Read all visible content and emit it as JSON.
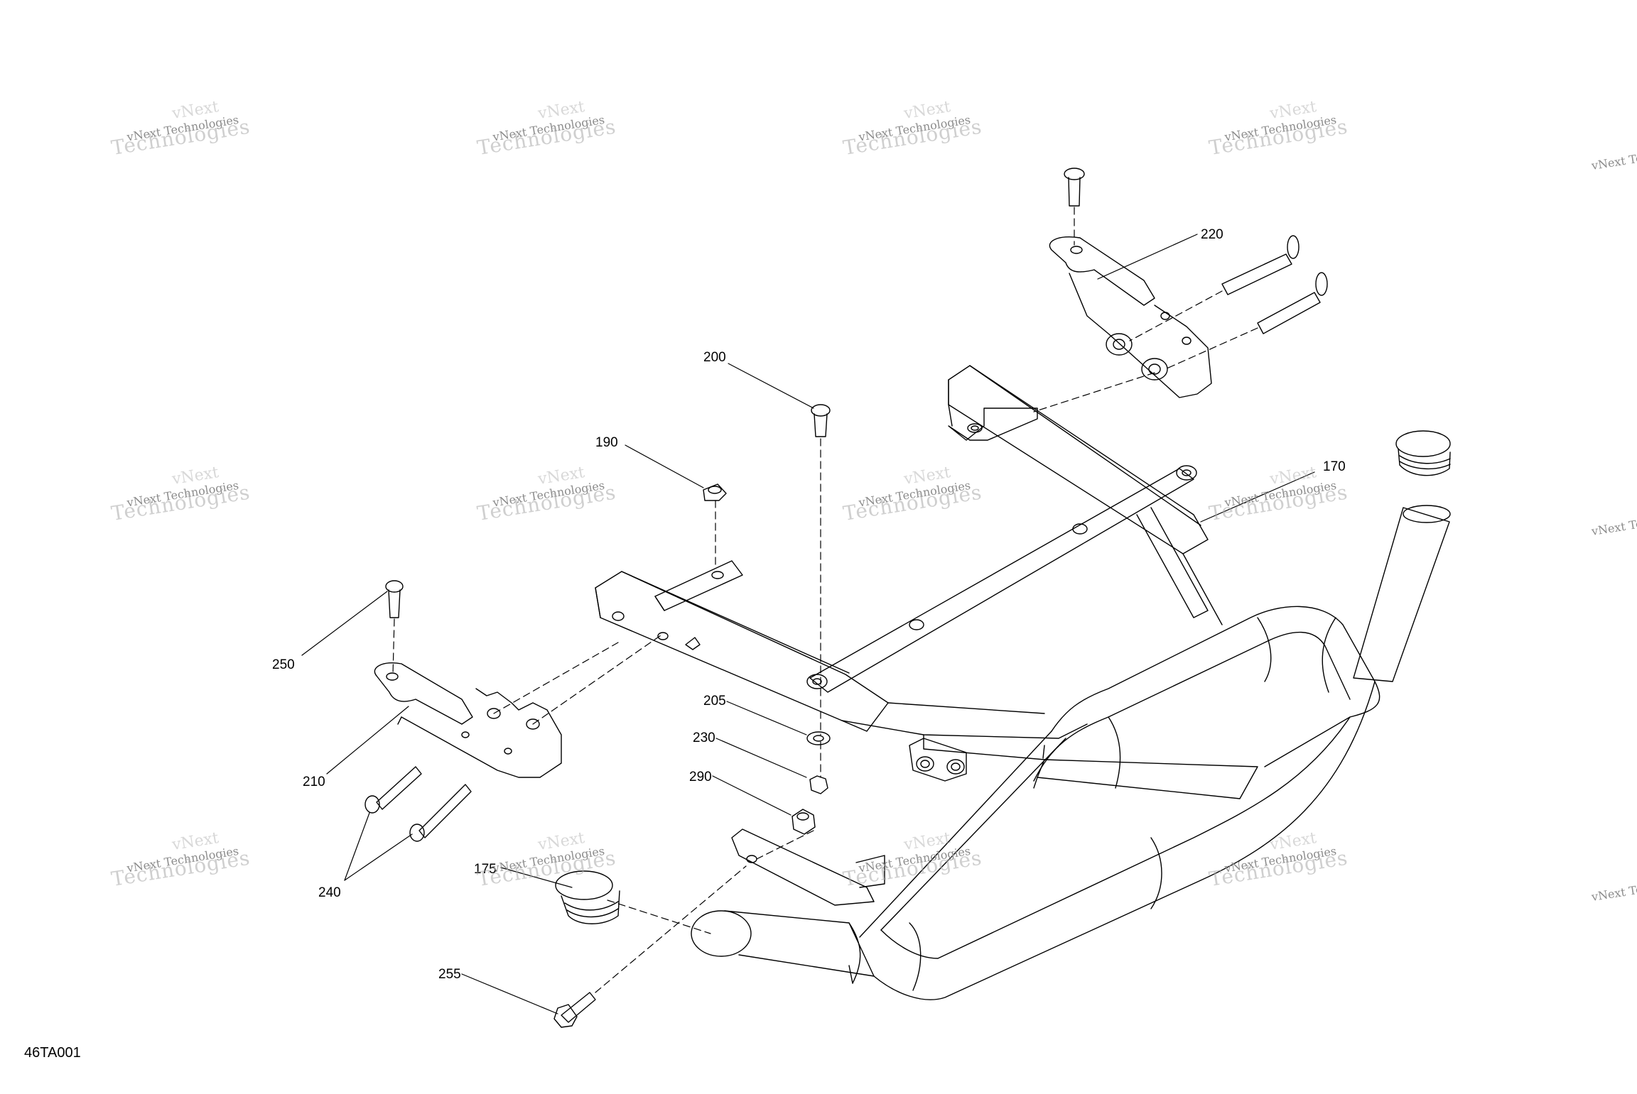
{
  "figure_code": "46TA001",
  "watermark": {
    "line1": "vNext Technologies",
    "line2": "Technologies",
    "line3": "vNext"
  },
  "callouts": [
    "170",
    "175",
    "190",
    "200",
    "205",
    "210",
    "220",
    "230",
    "240",
    "250",
    "255",
    "290"
  ],
  "colors": {
    "line": "#000000",
    "watermark": "#a9a9a9",
    "background": "#ffffff"
  }
}
